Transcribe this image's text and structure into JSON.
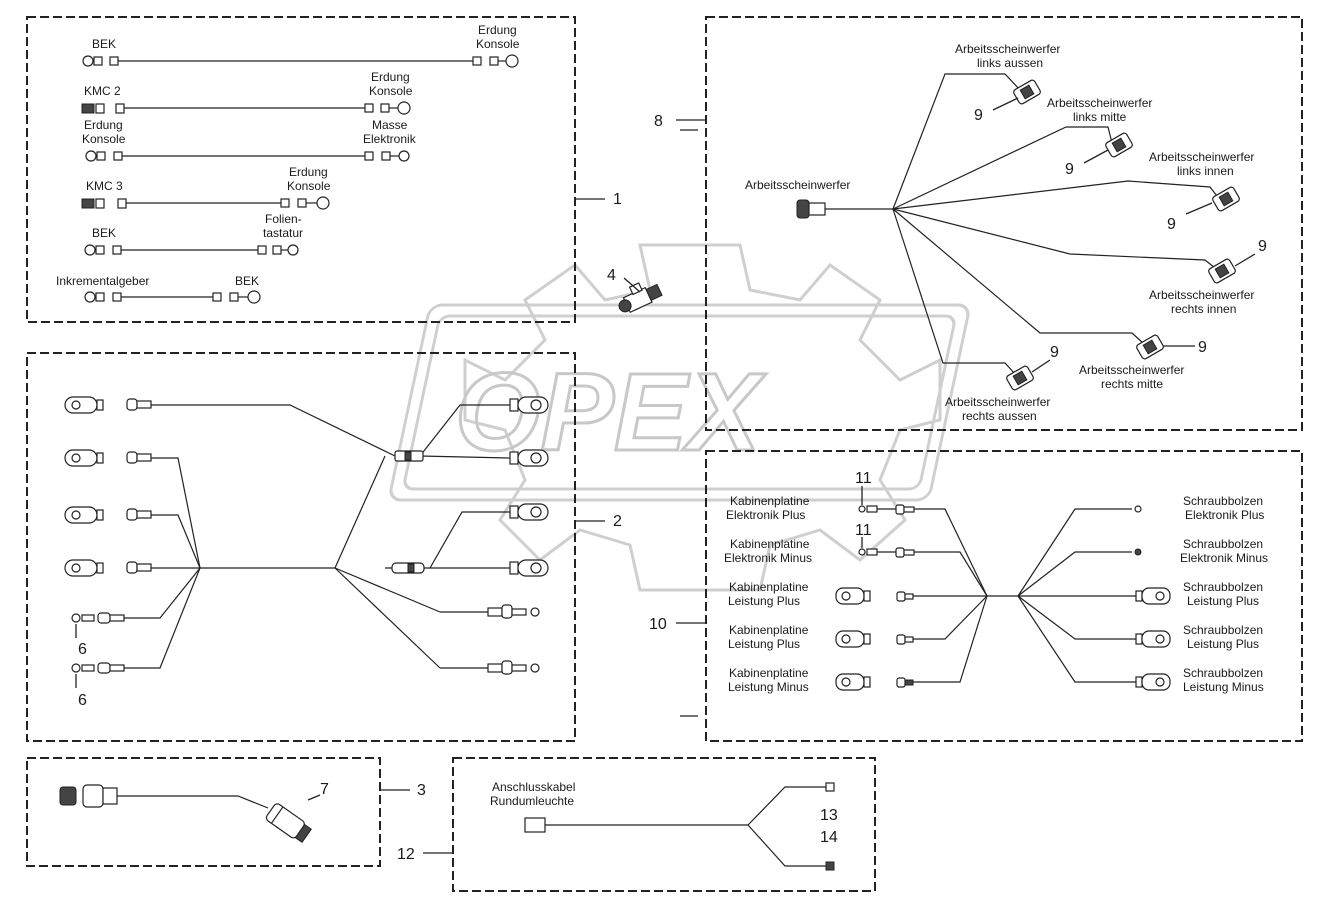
{
  "group1": {
    "c1_left": "BEK",
    "c1_right_a": "Erdung",
    "c1_right_b": "Konsole",
    "c2_left": "KMC 2",
    "c2_right_a": "Erdung",
    "c2_right_b": "Konsole",
    "c3_left_a": "Erdung",
    "c3_left_b": "Konsole",
    "c3_right_a": "Masse",
    "c3_right_b": "Elektronik",
    "c4_left": "KMC 3",
    "c4_right_a": "Erdung",
    "c4_right_b": "Konsole",
    "c5_left": "BEK",
    "c5_right_a": "Folien-",
    "c5_right_b": "tastatur",
    "c6_left": "Inkrementalgeber",
    "c6_right": "BEK"
  },
  "group8": {
    "source": "Arbeitsscheinwerfer",
    "lamp1_a": "Arbeitsscheinwerfer",
    "lamp1_b": "links aussen",
    "lamp2_a": "Arbeitsscheinwerfer",
    "lamp2_b": "links mitte",
    "lamp3_a": "Arbeitsscheinwerfer",
    "lamp3_b": "links innen",
    "lamp4_a": "Arbeitsscheinwerfer",
    "lamp4_b": "rechts innen",
    "lamp5_a": "Arbeitsscheinwerfer",
    "lamp5_b": "rechts mitte",
    "lamp6_a": "Arbeitsscheinwerfer",
    "lamp6_b": "rechts aussen"
  },
  "group10": {
    "l1_a": "Kabinenplatine",
    "l1_b": "Elektronik Plus",
    "l2_a": "Kabinenplatine",
    "l2_b": "Elektronik Minus",
    "l3_a": "Kabinenplatine",
    "l3_b": "Leistung Plus",
    "l4_a": "Kabinenplatine",
    "l4_b": "Leistung Plus",
    "l5_a": "Kabinenplatine",
    "l5_b": "Leistung Minus",
    "r1_a": "Schraubbolzen",
    "r1_b": "Elektronik Plus",
    "r2_a": "Schraubbolzen",
    "r2_b": "Elektronik Minus",
    "r3_a": "Schraubbolzen",
    "r3_b": "Leistung Plus",
    "r4_a": "Schraubbolzen",
    "r4_b": "Leistung Plus",
    "r5_a": "Schraubbolzen",
    "r5_b": "Leistung Minus"
  },
  "group12": {
    "label_a": "Anschlusskabel",
    "label_b": "Rundumleuchte"
  },
  "callouts": {
    "n1": "1",
    "n2": "2",
    "n3": "3",
    "n4": "4",
    "n6a": "6",
    "n6b": "6",
    "n7": "7",
    "n8": "8",
    "n9a": "9",
    "n9b": "9",
    "n9c": "9",
    "n9d": "9",
    "n9e": "9",
    "n9f": "9",
    "n10": "10",
    "n11a": "11",
    "n11b": "11",
    "n12": "12",
    "n13": "13",
    "n14": "14"
  },
  "watermark": {
    "text": "OPEX"
  }
}
